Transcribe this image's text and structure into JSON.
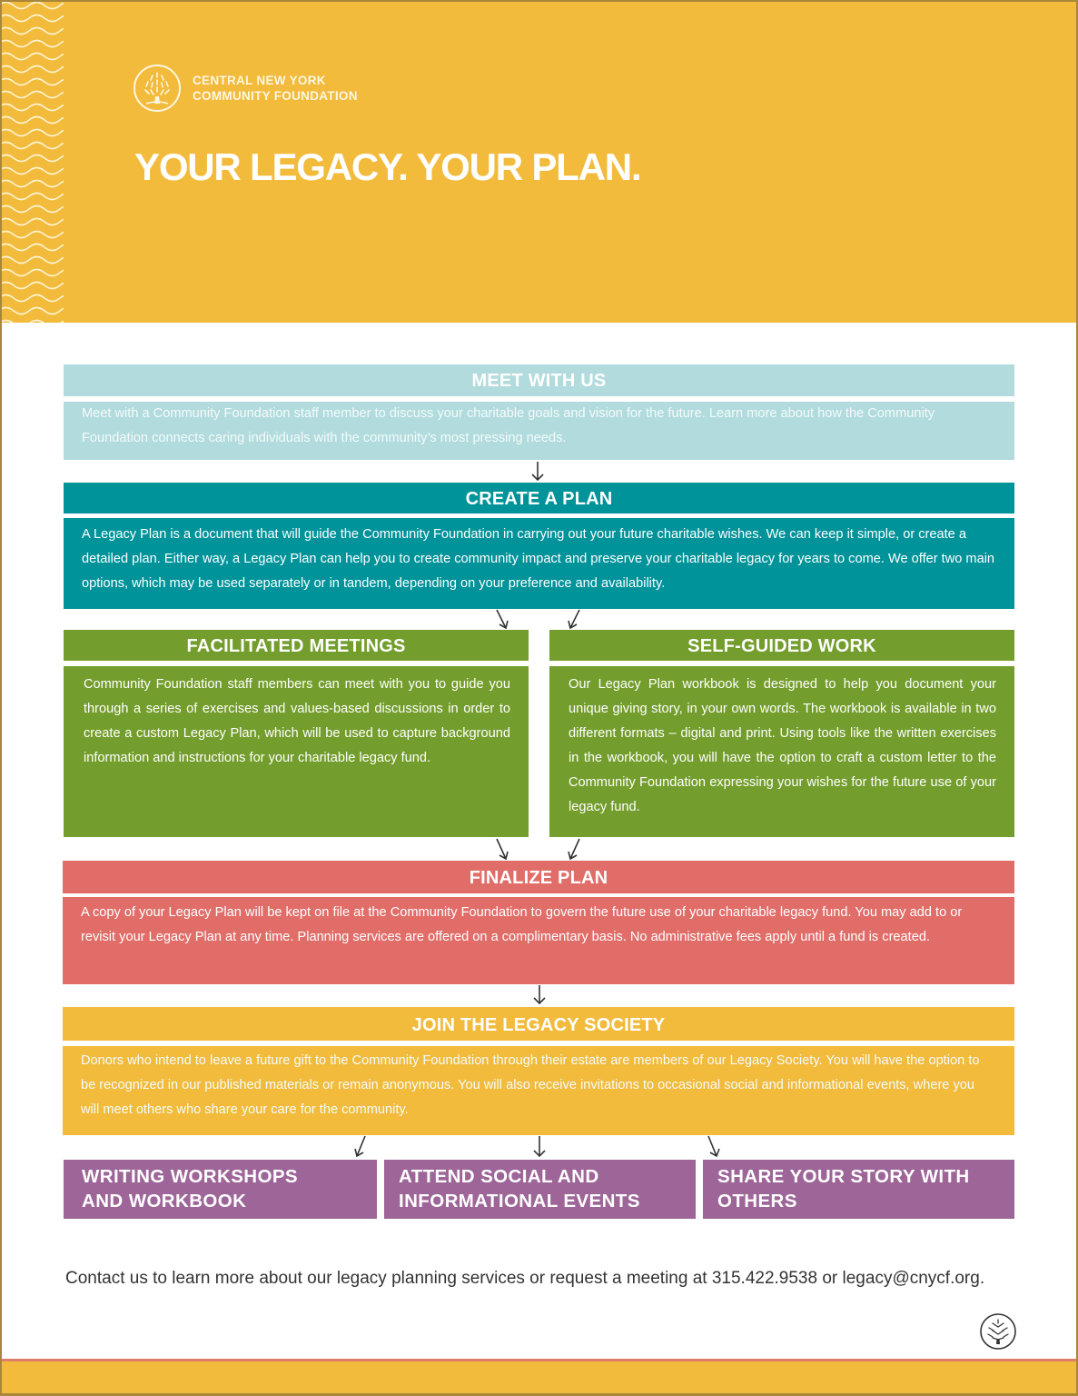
{
  "header": {
    "org_name_line1": "CENTRAL NEW YORK",
    "org_name_line2": "COMMUNITY FOUNDATION",
    "title": "YOUR LEGACY. YOUR PLAN.",
    "logo_icon": "tree-in-circle-icon",
    "background_color": "#f2bb3c"
  },
  "steps": {
    "meet": {
      "heading": "MEET WITH US",
      "text": "Meet with a Community Foundation staff member to discuss your charitable goals and vision for the future. Learn more about how the Community Foundation connects caring individuals with the community’s most pressing needs.",
      "color": "#b2dbdd"
    },
    "create": {
      "heading": "CREATE A PLAN",
      "text": "A Legacy Plan is a document that will guide the Community Foundation in carrying out your future charitable wishes. We can keep it simple, or create a detailed plan. Either way, a Legacy Plan can help you to create community impact and preserve your charitable legacy for years to come. We offer two main options, which may be used separately or in tandem, depending on your preference and availability.",
      "color": "#00939a"
    },
    "facilitated": {
      "heading": "FACILITATED MEETINGS",
      "text": "Community Foundation staff members can meet with you to guide you through a series of exercises and values-based discussions in order to create a custom Legacy Plan, which will be used to capture background information and instructions for your charitable legacy fund.",
      "color": "#739d2c"
    },
    "self_guided": {
      "heading": "SELF-GUIDED WORK",
      "text": "Our Legacy Plan workbook is designed to help you document your unique giving story, in your own words. The workbook is available in two different formats – digital and print. Using tools like the written exercises in the workbook, you will have the option to craft a custom letter to the Community Foundation expressing your wishes for the future use of your legacy fund.",
      "color": "#739d2c"
    },
    "finalize": {
      "heading": "FINALIZE PLAN",
      "text": "A copy of your Legacy Plan will be kept on file at the Community Foundation to govern the future use of your charitable legacy fund. You may add to or revisit your Legacy Plan at any time. Planning services are offered on a complimentary basis. No administrative fees apply until a fund is created.",
      "color": "#e16d69"
    },
    "join": {
      "heading": "JOIN THE LEGACY SOCIETY",
      "text": "Donors who intend to leave a future gift to the Community Foundation through their estate are members of our Legacy Society. You will have the option to be recognized in our published materials or remain anonymous. You will also receive invitations to occasional social and informational events, where you will meet others who share your care for the community.",
      "color": "#f2bb3c"
    }
  },
  "outcomes": [
    {
      "line1": "WRITING WORKSHOPS",
      "line2": "AND WORKBOOK"
    },
    {
      "line1": "ATTEND SOCIAL AND",
      "line2": "INFORMATIONAL EVENTS"
    },
    {
      "line1": "SHARE YOUR STORY WITH",
      "line2": "OTHERS"
    }
  ],
  "outcome_color": "#9d6598",
  "footer": {
    "contact_text": "Contact us to learn more about our legacy planning services or request a meeting at 315.422.9538 or legacy@cnycf.org.",
    "phone": "315.422.9538",
    "email": "legacy@cnycf.org",
    "logo_icon": "tree-in-circle-icon"
  }
}
